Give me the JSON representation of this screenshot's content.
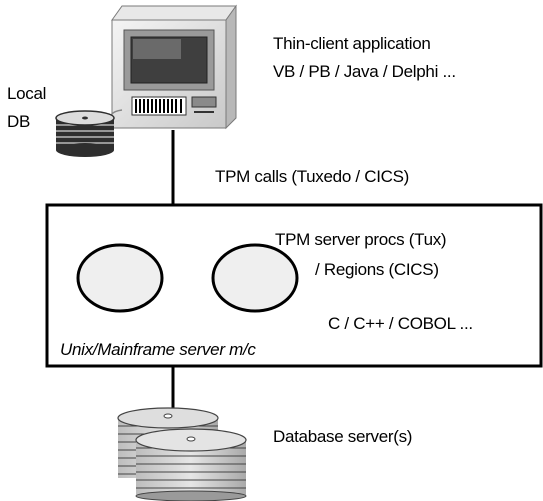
{
  "client": {
    "title": "Thin-client application",
    "languages": "VB / PB / Java / Delphi ..."
  },
  "local_db": {
    "line1": "Local",
    "line2": "DB"
  },
  "connection": {
    "calls_label": "TPM calls (Tuxedo / CICS)"
  },
  "server": {
    "procs_line1": "TPM server procs (Tux)",
    "procs_line2": "/ Regions (CICS)",
    "languages": "C / C++ / COBOL ...",
    "machine_label": "Unix/Mainframe server m/c"
  },
  "database": {
    "label": "Database server(s)"
  }
}
